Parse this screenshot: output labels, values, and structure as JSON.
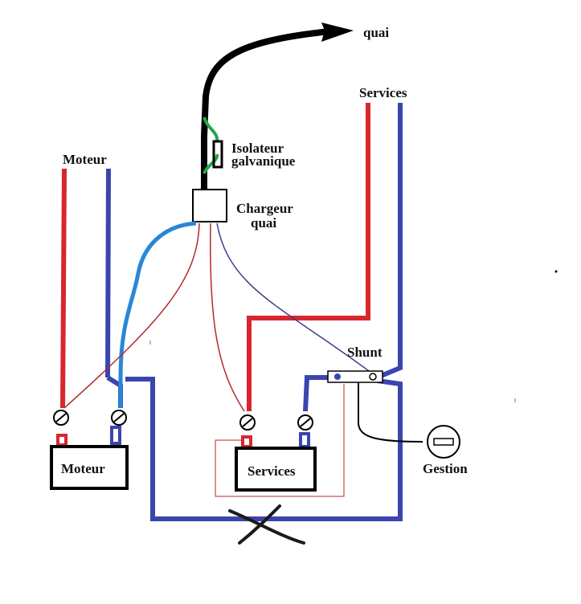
{
  "labels": {
    "quai": "quai",
    "services_top": "Services",
    "moteur_top": "Moteur",
    "isolateur_line1": "Isolateur",
    "isolateur_line2": "galvanique",
    "chargeur_line1": "Chargeur",
    "chargeur_line2": "quai",
    "shunt": "Shunt",
    "battery_moteur": "Moteur",
    "battery_services": "Services",
    "gestion": "Gestion"
  },
  "colors": {
    "positive": "#d9262e",
    "negative": "#3b45b0",
    "charger_negative": "#2a86d6",
    "shore_cable": "#000000",
    "isolator_wire": "#22a84a",
    "thin_positive": "#b32a2a",
    "thin_negative": "#3b3f8c"
  }
}
